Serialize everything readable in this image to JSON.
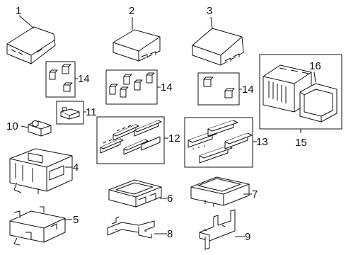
{
  "diagram": {
    "callouts": [
      {
        "id": "1",
        "text": "1"
      },
      {
        "id": "2",
        "text": "2"
      },
      {
        "id": "3",
        "text": "3"
      },
      {
        "id": "4",
        "text": "4"
      },
      {
        "id": "5",
        "text": "5"
      },
      {
        "id": "6",
        "text": "6"
      },
      {
        "id": "7",
        "text": "7"
      },
      {
        "id": "8",
        "text": "8"
      },
      {
        "id": "9",
        "text": "9"
      },
      {
        "id": "10",
        "text": "10"
      },
      {
        "id": "11",
        "text": "11"
      },
      {
        "id": "12",
        "text": "12"
      },
      {
        "id": "13",
        "text": "13"
      },
      {
        "id": "14a",
        "text": "14"
      },
      {
        "id": "14b",
        "text": "14"
      },
      {
        "id": "14c",
        "text": "14"
      },
      {
        "id": "15",
        "text": "15"
      },
      {
        "id": "16",
        "text": "16"
      }
    ]
  }
}
